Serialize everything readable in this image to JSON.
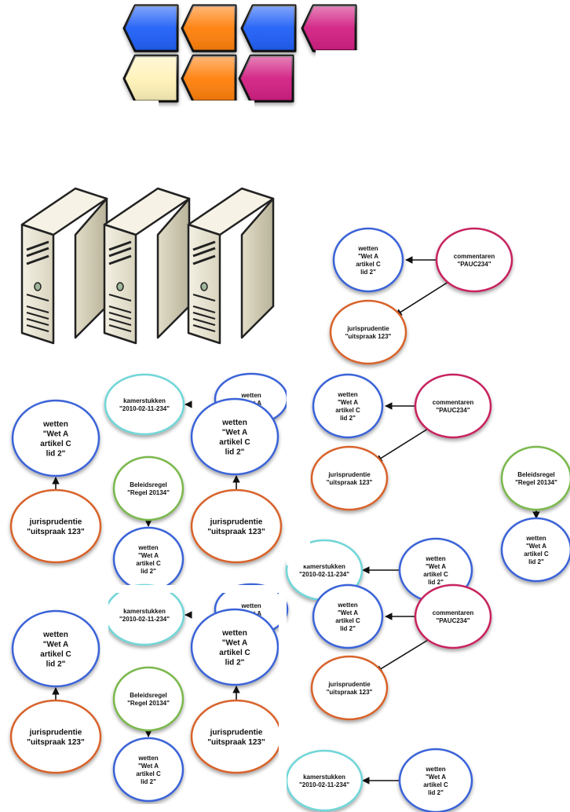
{
  "colors": {
    "blue": "#1f5ff7",
    "orange": "#ff7f0a",
    "magenta": "#d21f82",
    "cream": "#fff2b8",
    "node_blue": "#3a63d8",
    "node_orange": "#d8622a",
    "node_magenta": "#c8245e",
    "node_cyan": "#6fd6d8",
    "node_green": "#7ab84c",
    "server_body": "#eeead9",
    "server_dark": "#1a1a1a"
  },
  "tags": [
    {
      "color": "blue"
    },
    {
      "color": "orange"
    },
    {
      "color": "blue"
    },
    {
      "color": "magenta"
    },
    {
      "color": "cream"
    },
    {
      "color": "orange"
    },
    {
      "color": "magenta"
    }
  ],
  "servers": [
    "server-unit",
    "server-unit",
    "server-unit"
  ],
  "nodes": {
    "wetten_full": [
      "wetten",
      "\"Wet A",
      "artikel C",
      "lid 2\""
    ],
    "wetten_partial": [
      "wetten",
      "\"Wet A"
    ],
    "commentaren": [
      "commentaren",
      "\"PAUC234\""
    ],
    "jurisprudentie": [
      "jurisprudentie",
      "\"uitspraak 123\""
    ],
    "kamerstukken": [
      "kamerstukken",
      "\"2010-02-11-234\""
    ],
    "beleidsregel": [
      "Beleidsregel",
      "\"Regel 20134\""
    ]
  }
}
